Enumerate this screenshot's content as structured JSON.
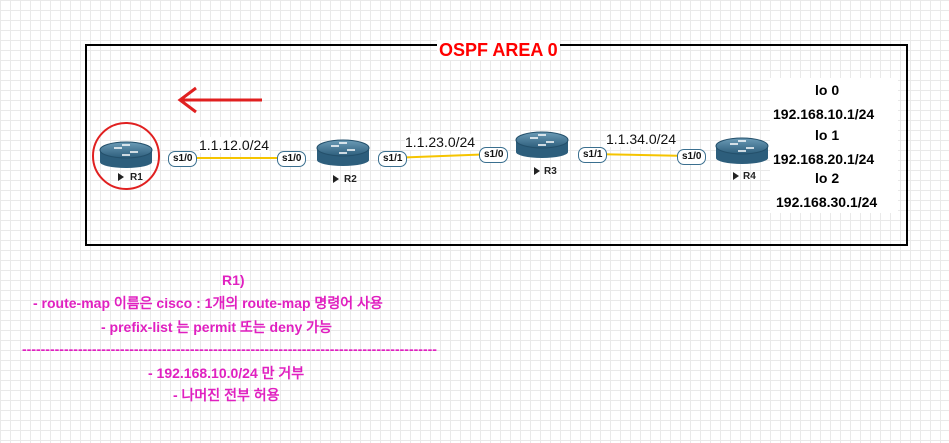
{
  "area": {
    "title": "OSPF AREA 0"
  },
  "routers": [
    {
      "id": "r1",
      "name": "R1"
    },
    {
      "id": "r2",
      "name": "R2"
    },
    {
      "id": "r3",
      "name": "R3"
    },
    {
      "id": "r4",
      "name": "R4"
    }
  ],
  "links": [
    {
      "network": "1.1.12.0/24",
      "a_iface": "s1/0",
      "b_iface": "s1/0"
    },
    {
      "network": "1.1.23.0/24",
      "a_iface": "s1/1",
      "b_iface": "s1/0"
    },
    {
      "network": "1.1.34.0/24",
      "a_iface": "s1/1",
      "b_iface": "s1/0"
    }
  ],
  "loopbacks": [
    {
      "name": "lo 0",
      "addr": "192.168.10.1/24"
    },
    {
      "name": "lo 1",
      "addr": "192.168.20.1/24"
    },
    {
      "name": "lo 2",
      "addr": "192.168.30.1/24"
    }
  ],
  "notes": {
    "heading": "R1)",
    "line1": "- route-map 이름은 cisco : 1개의 route-map 명령어 사용",
    "line2": "- prefix-list 는 permit 또는 deny 가능",
    "divider": "-----------------------------------------------------------------------------------------",
    "line3": "- 192.168.10.0/24 만 거부",
    "line4": "- 나머진 전부 허용"
  },
  "colors": {
    "title": "#ff0000",
    "link": "#f5c400",
    "router": "#356a8a",
    "highlight": "#e02020",
    "note": "#e020c0"
  }
}
